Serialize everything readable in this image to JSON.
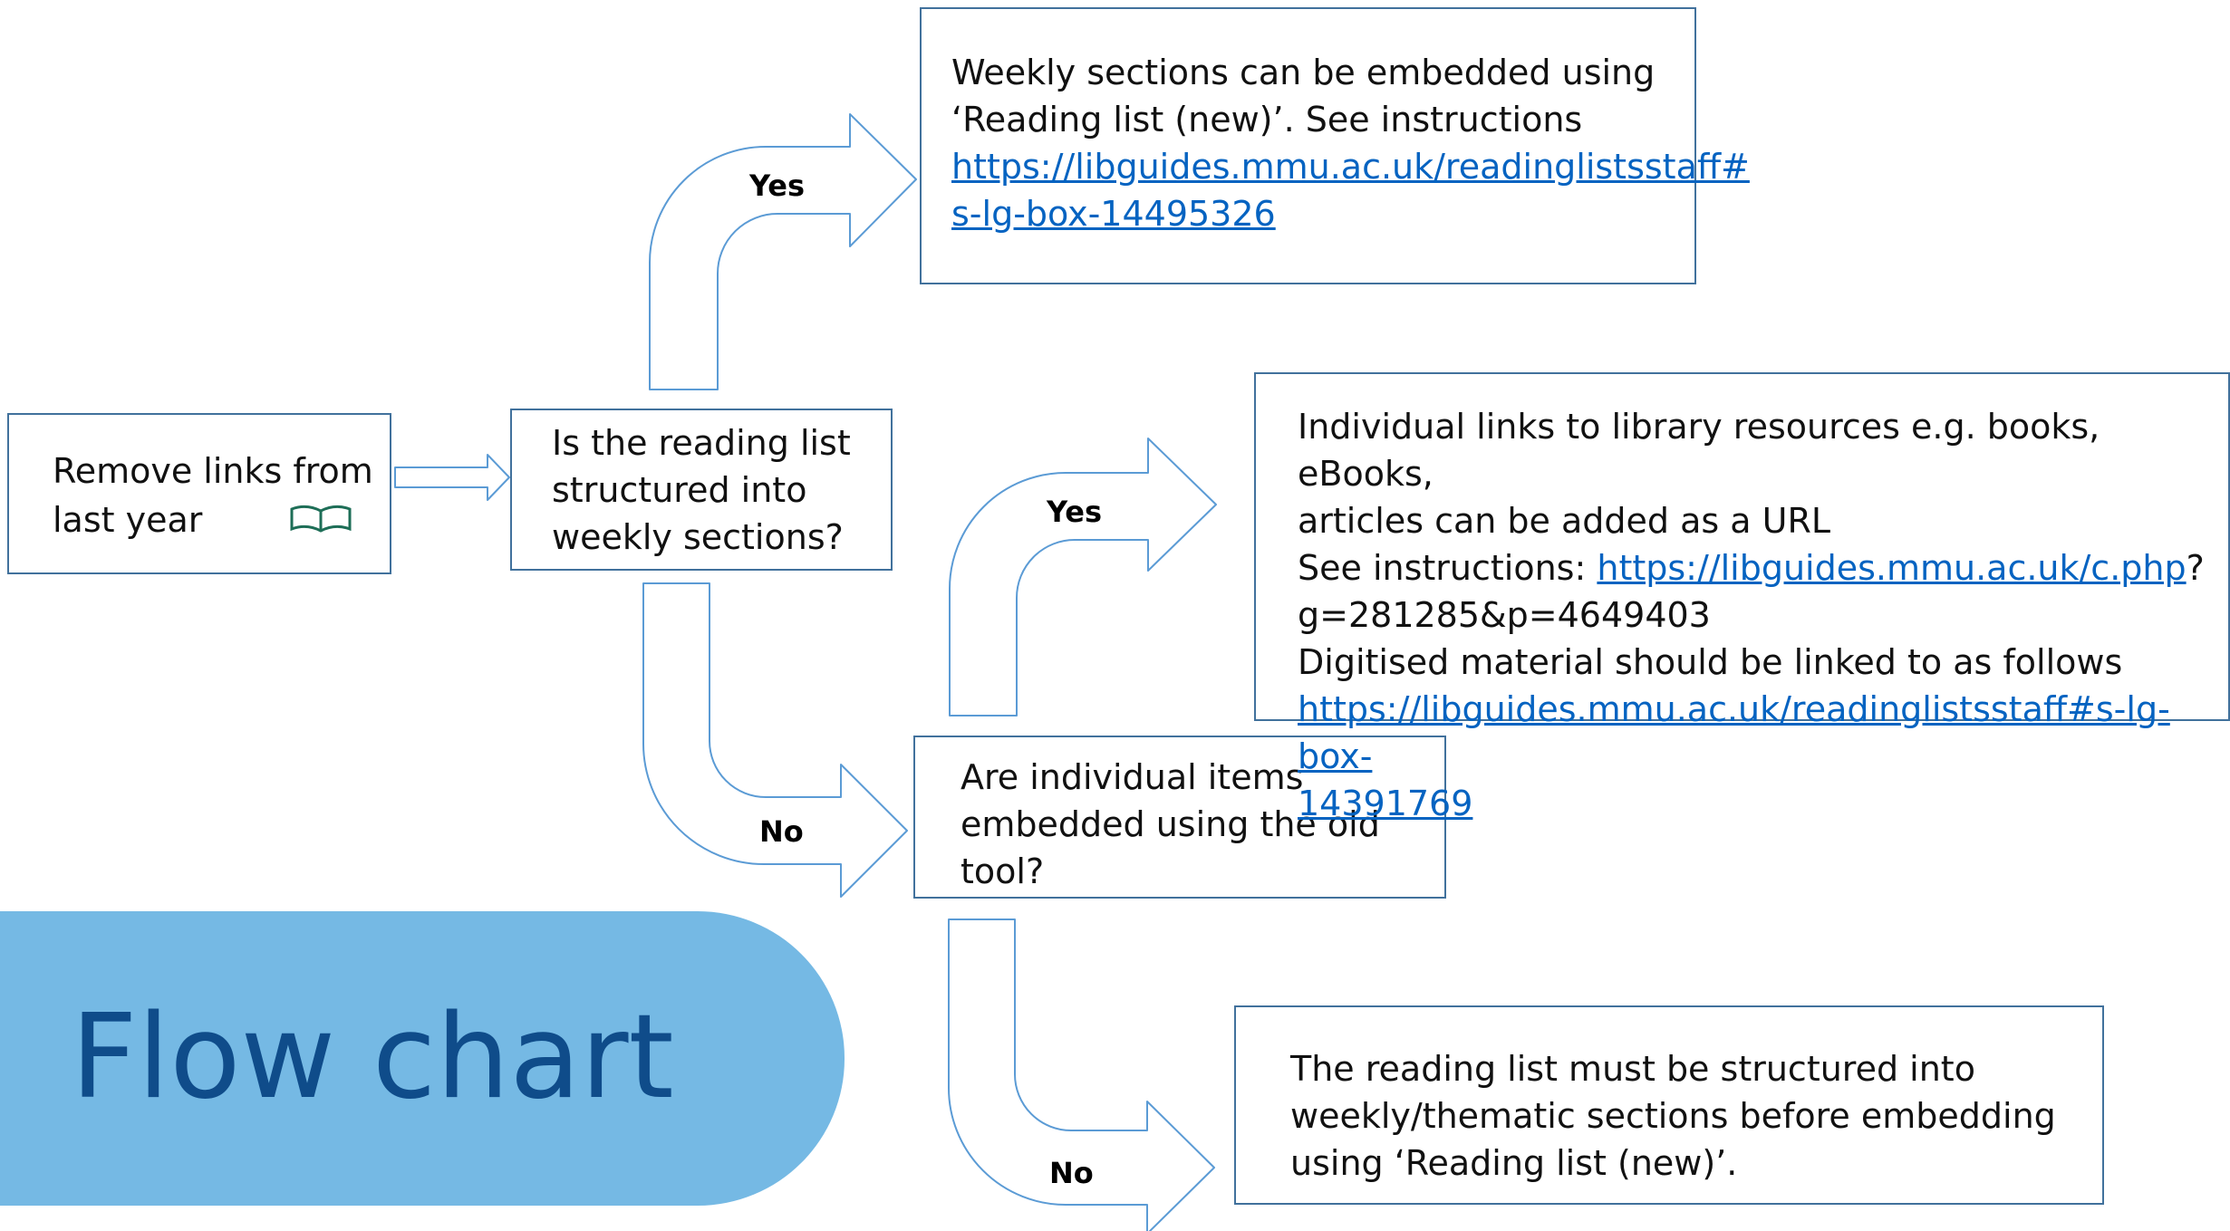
{
  "title": "Flow chart",
  "colors": {
    "arrow_stroke": "#5b9bd5",
    "box_border": "#41719c",
    "link": "#0563c1",
    "title_bg": "#75b9e4",
    "title_text": "#0f4c8a"
  },
  "start": {
    "line1": "Remove links from",
    "line2": "last year",
    "icon": "open-book-icon"
  },
  "q1": {
    "line1": "Is the reading list",
    "line2": "structured into",
    "line3": "weekly sections?"
  },
  "q2": {
    "line1": "Are individual items",
    "line2": "embedded using the old",
    "line3": "tool?"
  },
  "labels": {
    "yes1": "Yes",
    "yes2": "Yes",
    "no1": "No",
    "no2": "No"
  },
  "outcome_weekly": {
    "line1": "Weekly sections can be embedded using",
    "line2": "‘Reading list (new)’.  See instructions",
    "link_line1": "https://libguides.mmu.ac.uk/readinglistsstaff#",
    "link_line2": "s-lg-box-14495326"
  },
  "outcome_individual": {
    "line1": "Individual links to library resources e.g. books, eBooks,",
    "line2": "articles can be added as a URL",
    "line3_prefix": "See instructions: ",
    "line3_link": "https://libguides.mmu.ac.uk/c.php",
    "line3_suffix": "?",
    "line4": "g=281285&p=4649403",
    "line5": "Digitised material should be linked to as follows",
    "link2_line1": "https://libguides.mmu.ac.uk/readinglistsstaff#s-lg-box-",
    "link2_line2": "14391769"
  },
  "outcome_structure": {
    "line1": "The reading list must be structured into",
    "line2": "weekly/thematic sections before embedding",
    "line3": "using ‘Reading list (new)’."
  }
}
